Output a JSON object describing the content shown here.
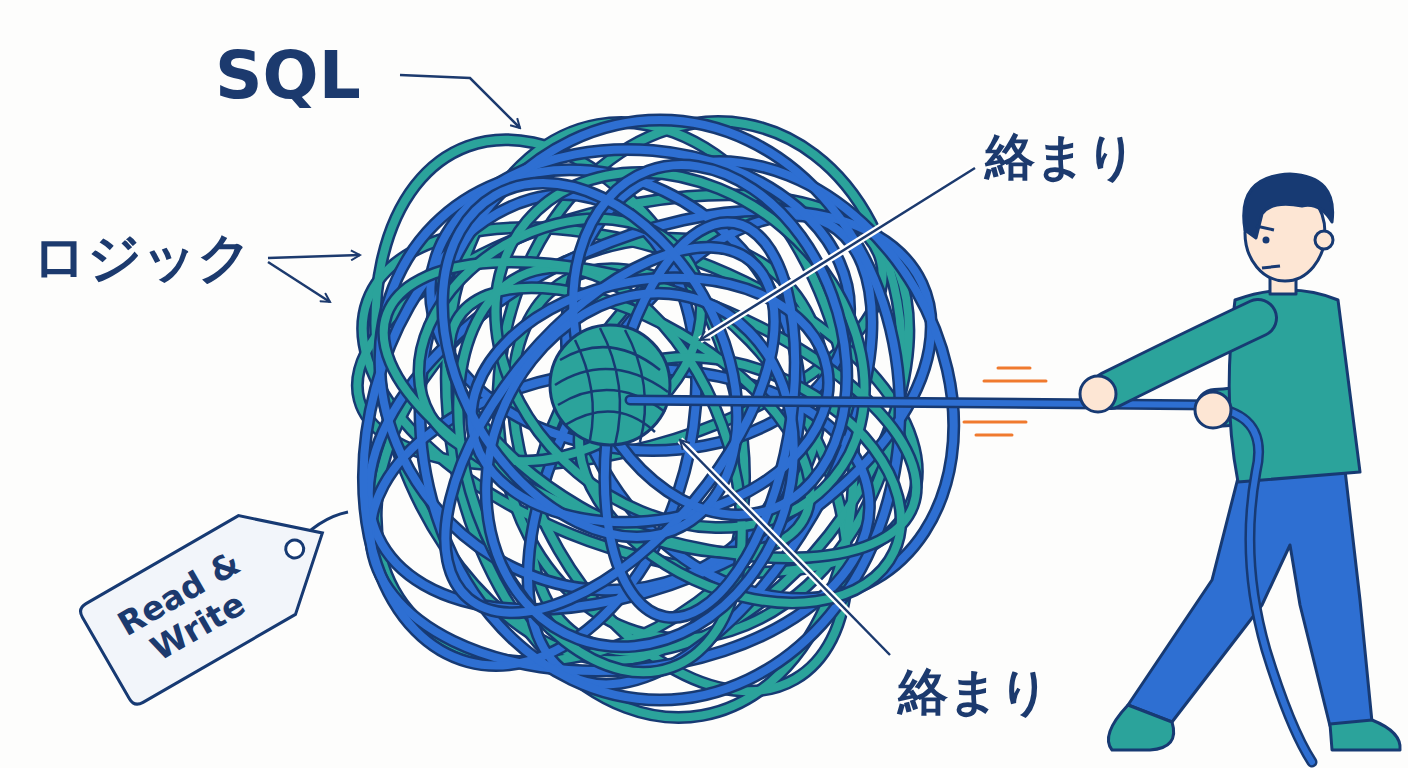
{
  "diagram": {
    "nodes": [
      {
        "text": [
          "Read & Write"
        ]
      }
    ],
    "labels": [
      "SQL",
      "絡まり",
      "ロジック",
      "絡まり"
    ]
  }
}
